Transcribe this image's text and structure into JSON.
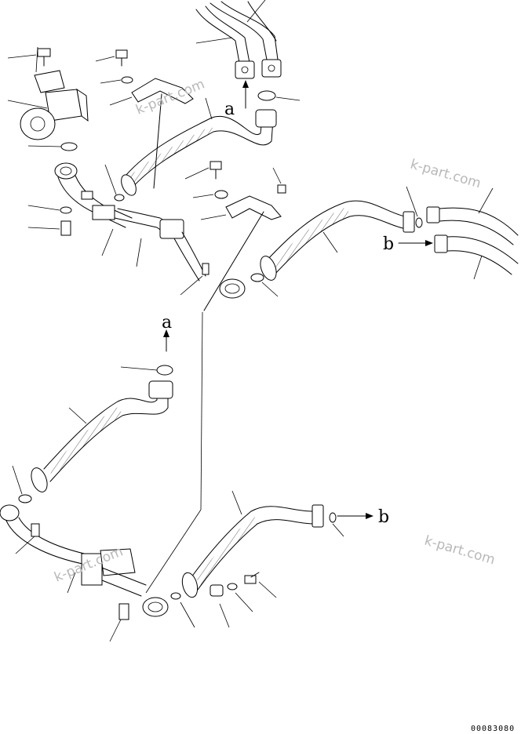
{
  "callouts": {
    "a": "a",
    "b": "b"
  },
  "watermark": "k-part.com",
  "doc_number": "00083080"
}
